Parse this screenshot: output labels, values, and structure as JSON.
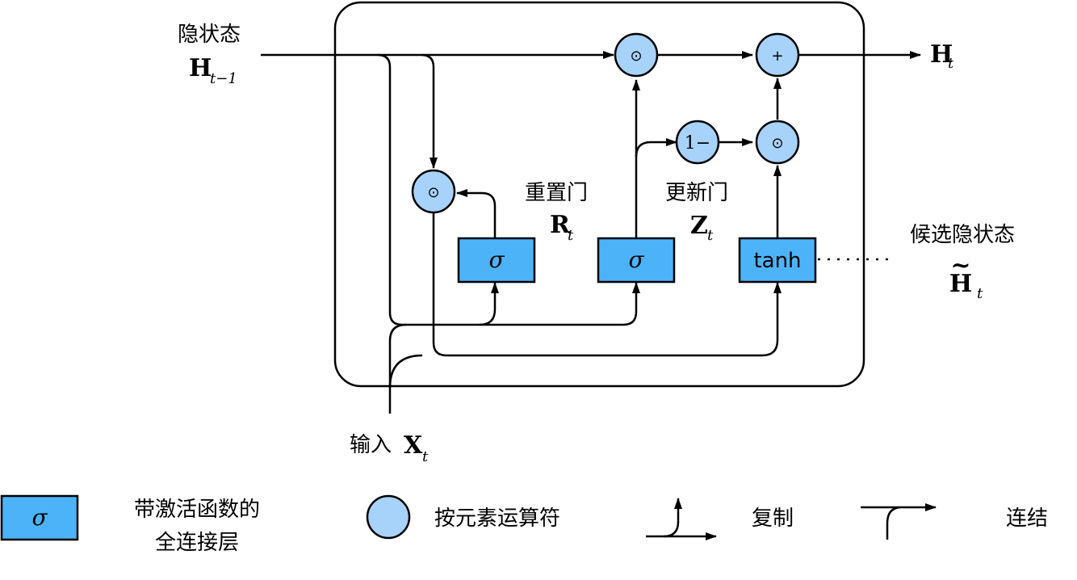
{
  "labels": {
    "hidden_state": "隐状态",
    "input": "输入",
    "reset_gate": "重置门",
    "update_gate": "更新门",
    "candidate": "候选隐状态"
  },
  "math": {
    "H": "H",
    "R": "R",
    "Z": "Z",
    "X": "X",
    "sub_t": "t",
    "sub_tm1": "t−1",
    "tilde": "~"
  },
  "nodes": {
    "sigma": "σ",
    "tanh": "tanh",
    "odot": "⊙",
    "plus": "+",
    "one_minus": "1−"
  },
  "legend": {
    "fc_line1": "带激活函数的",
    "fc_line2": "全连接层",
    "elementwise": "按元素运算符",
    "copy": "复制",
    "concat": "连结"
  },
  "colors": {
    "box_fill": "#4db3f8",
    "op_fill": "#a7d2fa",
    "stroke": "#000000"
  }
}
